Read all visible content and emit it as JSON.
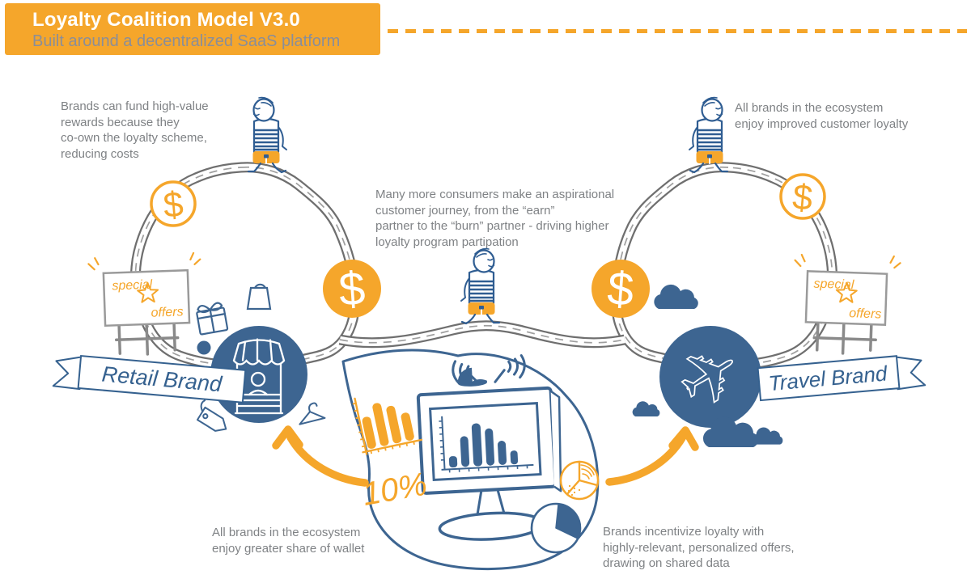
{
  "header": {
    "title": "Loyalty Coalition Model V3.0",
    "subtitle": "Built around a decentralized SaaS platform"
  },
  "annotations": {
    "top_left": {
      "lines": [
        "Brands can fund high-value",
        "rewards because they",
        "co-own the loyalty scheme,",
        "reducing costs"
      ]
    },
    "top_right": {
      "lines": [
        "All brands in the ecosystem",
        "enjoy improved customer loyalty"
      ]
    },
    "center": {
      "lines": [
        "Many more consumers make an aspirational",
        "customer journey, from the “earn”",
        "partner to the “burn” partner - driving higher",
        "loyalty program partipation"
      ]
    },
    "bottom_left": {
      "lines": [
        "All brands in the ecosystem",
        "enjoy greater share of wallet"
      ]
    },
    "bottom_right": {
      "lines": [
        "Brands incentivize loyalty with",
        "highly-relevant, personalized offers,",
        "drawing on shared data"
      ]
    }
  },
  "labels": {
    "retail_brand": "Retail Brand",
    "travel_brand": "Travel Brand",
    "sign_special": "special",
    "sign_offers": "offers",
    "ten_percent": "10%"
  },
  "icons": {
    "dollar": "$",
    "plane": "✈"
  },
  "colors": {
    "orange": "#F5A62B",
    "dark_blue": "#3D6591",
    "line_blue": "#35618F",
    "text_gray": "#7F8285",
    "road_gray": "#6F6F6F",
    "sign_gray": "#8A8A8A"
  }
}
